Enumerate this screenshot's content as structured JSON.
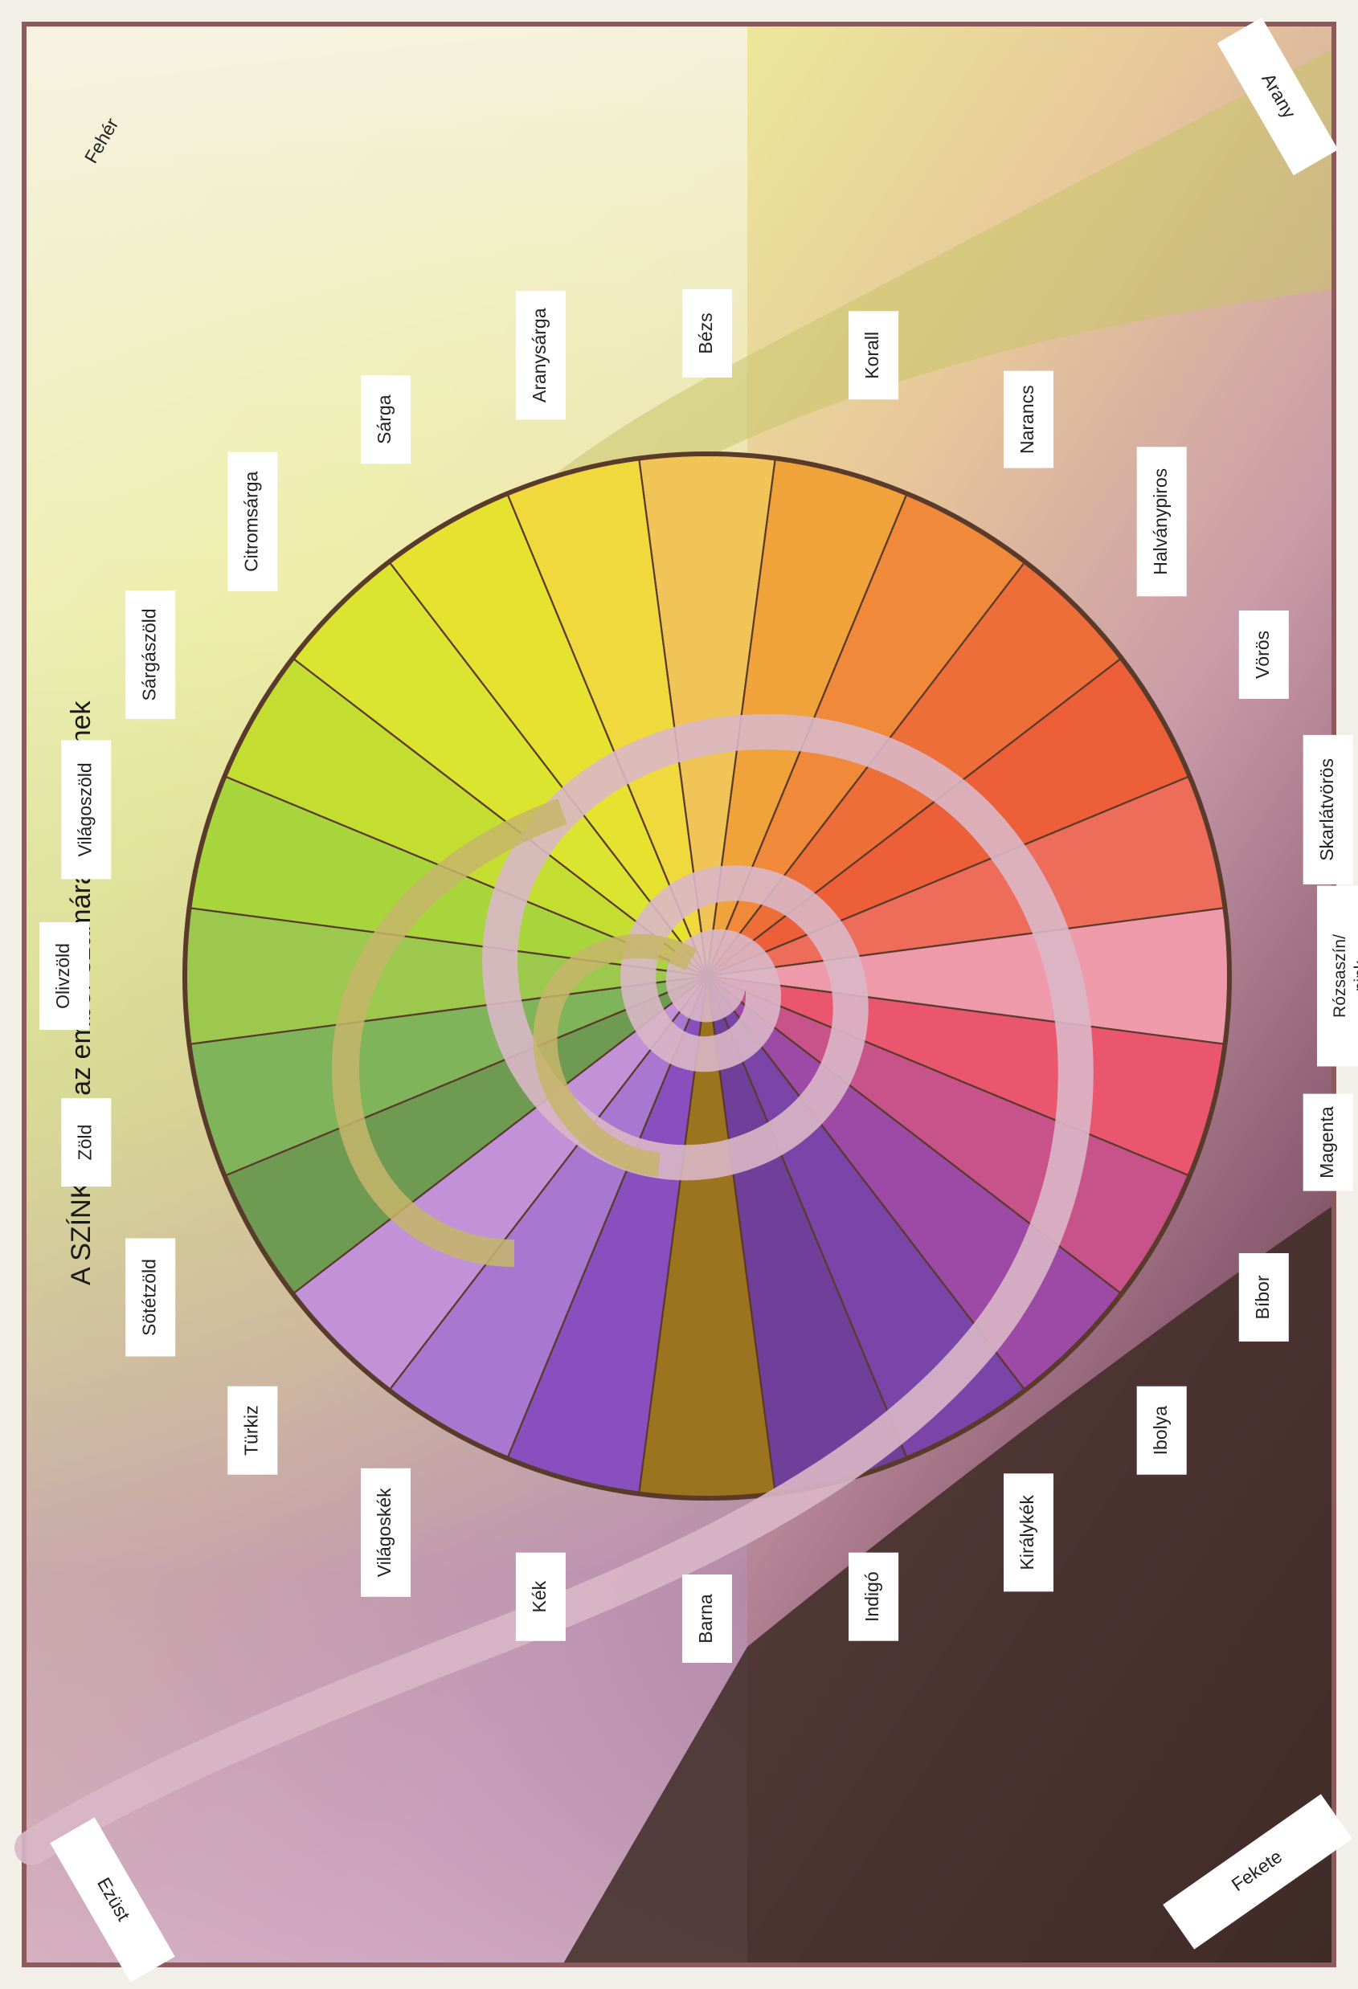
{
  "title": "A SZÍNKÖR és az ember számára fontos színek",
  "corner_labels": {
    "top_left": "Fehér",
    "top_right": "Arany",
    "bottom_left": "Ezüst",
    "bottom_right": "Fekete"
  },
  "wheel_labels": [
    "Bézs",
    "Korall",
    "Narancs",
    "Halványpiros",
    "Vörös",
    "Skarlátvörös",
    "Rózsaszín/ pink",
    "Magenta",
    "Bíbor",
    "Ibolya",
    "Királykék",
    "Indigó",
    "Barna",
    "Kék",
    "Világoskék",
    "Türkiz",
    "Sötétzöld",
    "Zöld",
    "Olivzöld",
    "Világoszöld",
    "Sárgászöld",
    "Citromsárga",
    "Sárga",
    "Aranysárga"
  ],
  "colors": {
    "Bézs": "#f1c457",
    "Korall": "#f1a33b",
    "Narancs": "#f08a3a",
    "Halványpiros": "#ee6e3a",
    "Vörös": "#ec5f38",
    "Skarlátvörös": "#ed6d5a",
    "Rózsaszín/ pink": "#ee9aaa",
    "Magenta": "#e9566e",
    "Bíbor": "#c8538a",
    "Ibolya": "#9c4aa6",
    "Királykék": "#7a44a8",
    "Indigó": "#6f3f99",
    "Barna": "#9c7420",
    "Kék": "#8a4fbf",
    "Világoskék": "#a877cf",
    "Türkiz": "#c192d8",
    "Sötétzöld": "#6f9a52",
    "Zöld": "#7fb45a",
    "Olivzöld": "#9cc84e",
    "Világoszöld": "#a7d53b",
    "Sárgászöld": "#c3de30",
    "Citromsárga": "#dbe52f",
    "Sárga": "#e6e330",
    "Aranysárga": "#efd93c"
  }
}
